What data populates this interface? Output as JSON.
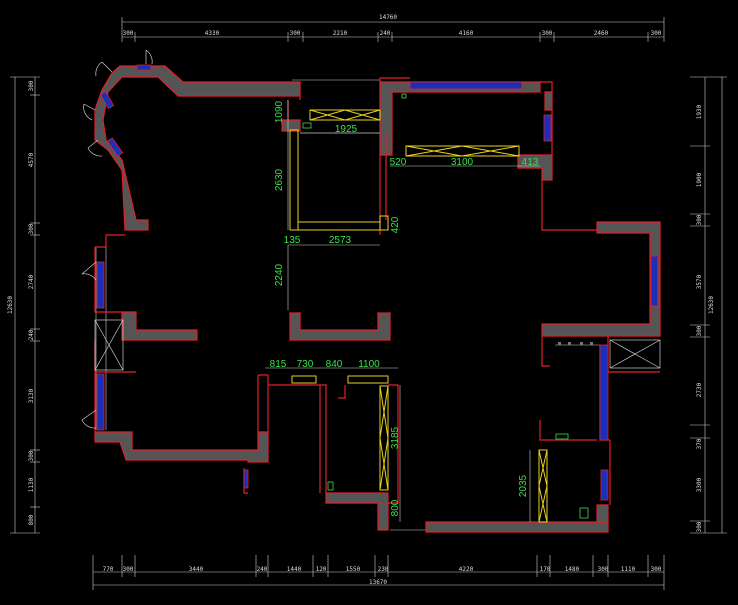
{
  "colors": {
    "background": "#000000",
    "wall_fill": "#555555",
    "wall_outline": "#e0202a",
    "window": "#1b2fb8",
    "cabinet": "#e8d21e",
    "dimension_text": "#35e24a",
    "dimension_line": "#cfcfcf"
  },
  "dims": {
    "top": {
      "total": "14760",
      "segments": [
        "300",
        "4330",
        "300",
        "2210",
        "240",
        "4160",
        "300",
        "2460",
        "300"
      ]
    },
    "bottom": {
      "total": "13670",
      "segments": [
        "770",
        "300",
        "3440",
        "240",
        "1440",
        "120",
        "1550",
        "230",
        "4220",
        "170",
        "1480",
        "300",
        "1110",
        "300"
      ]
    },
    "left": {
      "total": "12630",
      "segments": [
        "300",
        "4570",
        "300",
        "2740",
        "240",
        "3130",
        "300",
        "1130",
        "800"
      ]
    },
    "right": {
      "total": "12630",
      "segments": [
        "1930",
        "1900",
        "300",
        "3570",
        "300",
        "2730",
        "370",
        "3300",
        "300"
      ]
    }
  },
  "room_dims": {
    "upper_center_1090": "1090",
    "upper_center_1925": "1925",
    "upper_center_2630": "2630",
    "upper_center_135": "135",
    "upper_center_2573": "2573",
    "upper_center_420": "420",
    "upper_center_2240": "2240",
    "upper_right_520": "520",
    "upper_right_3100": "3100",
    "upper_right_413": "413",
    "lower_815": "815",
    "lower_730": "730",
    "lower_840": "840",
    "lower_1100": "1100",
    "lower_3185": "3185",
    "lower_800": "800",
    "lower_right_2035": "2035"
  }
}
